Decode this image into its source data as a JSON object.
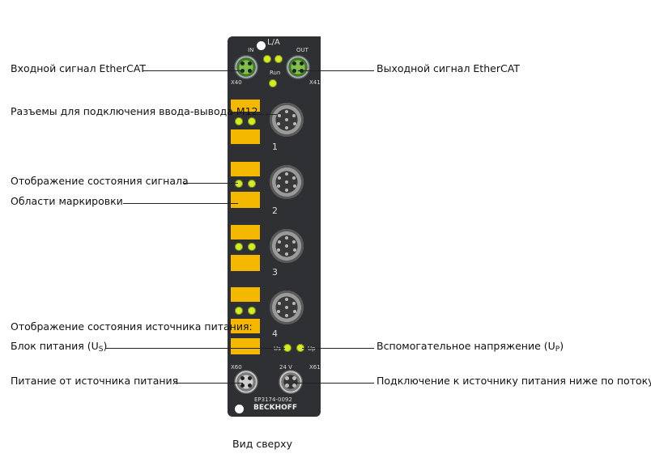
{
  "labels": {
    "ethercat_in": "Входной сигнал EtherCAT",
    "ethercat_out": "Выходной сигнал EtherCAT",
    "m12_connectors": "Разъемы для подключения ввода-вывода M12",
    "signal_status": "Отображение состояния сигнала",
    "marking_areas": "Области маркировки",
    "power_status": "Отображение состояния источника питания:",
    "power_us_text": "Блок питания (U",
    "power_us_sub": "S",
    "power_us_end": ")",
    "aux_up_text": "Вспомогательное напряжение (U",
    "aux_up_sub": "P",
    "aux_up_end": ")",
    "power_feed": "Питание от источника питания",
    "power_downstream": "Подключение к источнику питания ниже по потоку"
  },
  "caption": "Вид сверху",
  "device": {
    "top_label": "L/A",
    "in_label": "IN",
    "out_label": "OUT",
    "run_label": "Run",
    "x_in": "X40",
    "x_out": "X41",
    "x_pin": "X60",
    "x_pout": "X61",
    "us_label": "Us",
    "up_label": "Up",
    "volt_label": "24 V",
    "channels": [
      "1",
      "2",
      "3",
      "4"
    ],
    "model": "EP3174-0092",
    "brand": "BECKHOFF"
  },
  "colors": {
    "housing": "#2f3033",
    "marking": "#f5b800",
    "led": "#d4ea2e"
  }
}
